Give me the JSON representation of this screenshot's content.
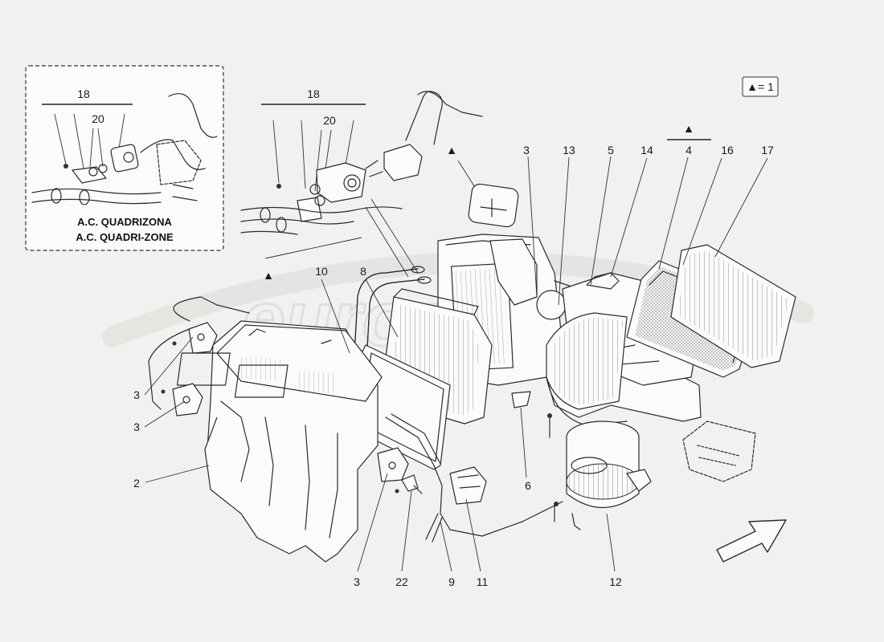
{
  "inset": {
    "title_line1": "A.C. QUADRIZONA",
    "title_line2": "A.C. QUADRI-ZONE"
  },
  "legend": {
    "text": "▲= 1"
  },
  "watermark": {
    "text": "eurospares"
  },
  "labels": {
    "inset_18": "18",
    "inset_20": "20",
    "main_18": "18",
    "main_20": "20",
    "p3a": "3",
    "p13": "13",
    "p5": "5",
    "p14": "14",
    "p4": "4",
    "p16": "16",
    "p17": "17",
    "p10": "10",
    "p8": "8",
    "p3b": "3",
    "p3c": "3",
    "p2": "2",
    "p6": "6",
    "p3d": "3",
    "p22": "22",
    "p9": "9",
    "p11": "11",
    "p12": "12"
  },
  "markers": {
    "triangle": "▲"
  }
}
